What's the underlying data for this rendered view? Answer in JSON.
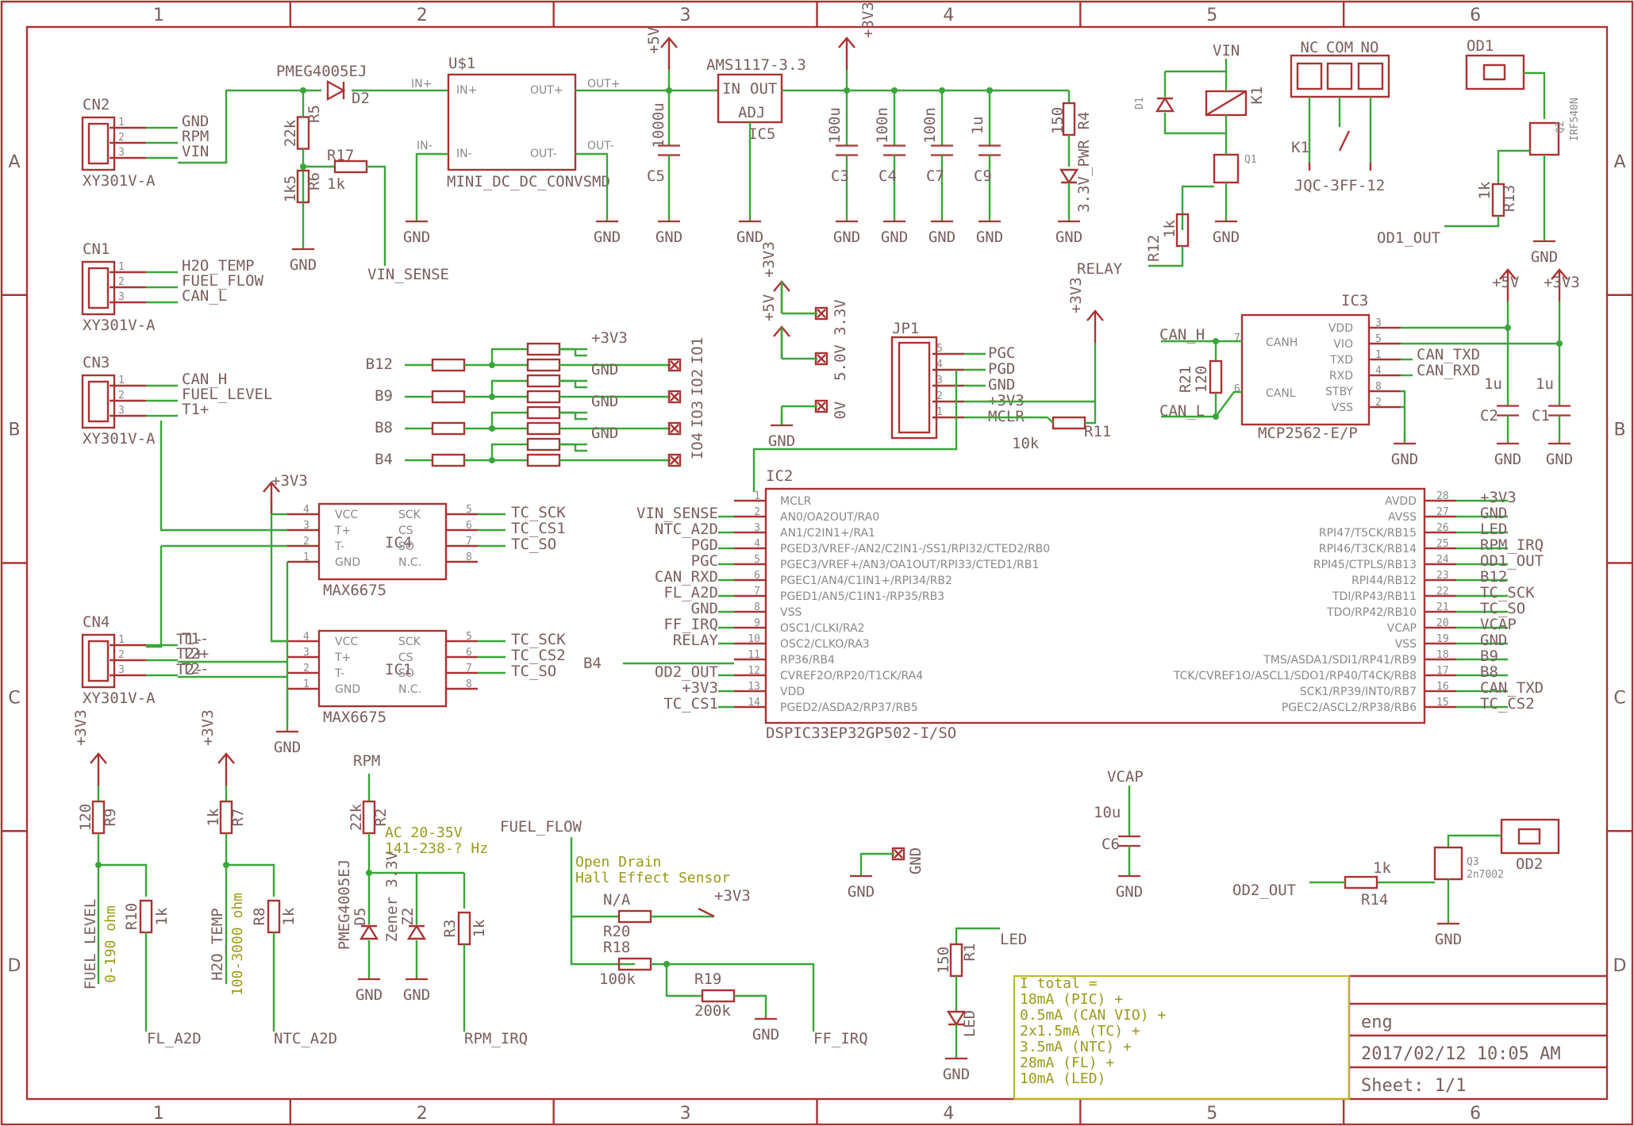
{
  "frame": {
    "columns": [
      "1",
      "2",
      "3",
      "4",
      "5",
      "6"
    ],
    "rows": [
      "A",
      "B",
      "C",
      "D"
    ]
  },
  "title_block": {
    "title": "eng",
    "date": "2017/02/12 10:05 AM",
    "sheet": "Sheet: 1/1"
  },
  "notes": {
    "current": [
      "I total =",
      "18mA (PIC) +",
      "0.5mA (CAN VIO) +",
      "2x1.5mA (TC) +",
      "3.5mA (NTC) +",
      "28mA (FL) +",
      "10mA (LED)"
    ],
    "ac": [
      "AC 20-35V",
      "141-238-? Hz"
    ],
    "hall": [
      "Open Drain",
      "Hall Effect Sensor"
    ],
    "fuel_level": [
      "FUEL_LEVEL",
      "0-190 ohm"
    ],
    "h2o_temp": [
      "H2O_TEMP",
      "100-3000 ohm"
    ]
  },
  "connectors": {
    "cn2": {
      "name": "CN2",
      "type": "XY301V-A",
      "pins": [
        "GND",
        "RPM",
        "VIN"
      ]
    },
    "cn1": {
      "name": "CN1",
      "type": "XY301V-A",
      "pins": [
        "H2O_TEMP",
        "FUEL_FLOW",
        "CAN_L"
      ]
    },
    "cn3": {
      "name": "CN3",
      "type": "XY301V-A",
      "pins": [
        "CAN_H",
        "FUEL_LEVEL",
        "T1+"
      ]
    },
    "cn4": {
      "name": "CN4",
      "type": "XY301V-A",
      "pins": [
        "T1-",
        "T2+",
        "T2-"
      ]
    },
    "jp1": {
      "name": "JP1",
      "pins": [
        "PGC",
        "PGD",
        "GND",
        "+3V3",
        "MCLR"
      ]
    },
    "relay": {
      "labels": [
        "NC",
        "COM",
        "NO"
      ],
      "k": "K1",
      "type": "JQC-3FF-12"
    },
    "od1": "OD1",
    "od2": "OD2"
  },
  "power": {
    "diode": {
      "part": "PMEG4005EJ",
      "ref": "D2"
    },
    "module": {
      "ref": "U$1",
      "name": "MINI_DC_DC_CONVSMD",
      "pins": [
        "IN+",
        "OUT+",
        "IN-",
        "OUT-"
      ]
    },
    "reg": {
      "part": "AMS1117-3.3",
      "ref": "IC5",
      "pins": [
        "IN",
        "OUT",
        "ADJ"
      ]
    },
    "caps": [
      {
        "ref": "C5",
        "value": "1000u"
      },
      {
        "ref": "C3",
        "value": "100u"
      },
      {
        "ref": "C4",
        "value": "100n"
      },
      {
        "ref": "C7",
        "value": "100n"
      },
      {
        "ref": "C9",
        "value": "1u"
      }
    ],
    "pwr_led": {
      "ref": "R4",
      "value": "150",
      "net": "3.3V_PWR"
    },
    "divider": [
      {
        "ref": "R5",
        "value": "22k"
      },
      {
        "ref": "R6",
        "value": "1k5"
      },
      {
        "ref": "R17",
        "value": "1k"
      }
    ]
  },
  "nets": {
    "gnd": "GND",
    "p5": "+5V",
    "p3": "+3V3",
    "vin": "VIN",
    "vin_sense": "VIN_SENSE",
    "relay": "RELAY",
    "od1_out": "OD1_OUT",
    "od2_out": "OD2_OUT",
    "can_h": "CAN_H",
    "can_l": "CAN_L",
    "can_txd": "CAN_TXD",
    "can_rxd": "CAN_RXD",
    "rpm": "RPM",
    "fuel_flow": "FUEL_FLOW",
    "vcap": "VCAP",
    "led": "LED",
    "b4": "B4",
    "b8": "B8",
    "b9": "B9",
    "b12": "B12",
    "fl_a2d": "FL_A2D",
    "ntc_a2d": "NTC_A2D",
    "rpm_irq": "RPM_IRQ",
    "ff_irq": "FF_IRQ",
    "mclr": "MCLR",
    "t1p": "T1+",
    "t1m": "T1-",
    "t2p": "T2+",
    "t2m": "T2-"
  },
  "io_header": {
    "inputs": [
      "B12",
      "B9",
      "B8",
      "B4"
    ],
    "pads": [
      "IO1",
      "IO2",
      "IO3",
      "IO4"
    ],
    "rails": [
      "+3V3",
      "GND",
      "GND",
      "GND"
    ],
    "pwr_pads": [
      "3.3V",
      "5.0V",
      "0V"
    ],
    "pwr_nets": [
      "+3V3",
      "+5V",
      "GND"
    ]
  },
  "max6675": [
    {
      "ref": "IC4",
      "part": "MAX6675",
      "right": [
        "TC_SCK",
        "TC_CS1",
        "TC_SO"
      ]
    },
    {
      "ref": "IC1",
      "part": "MAX6675",
      "right": [
        "TC_SCK",
        "TC_CS2",
        "TC_SO"
      ]
    }
  ],
  "max_pins": {
    "left": [
      "VCC",
      "T+",
      "T-",
      "GND"
    ],
    "right": [
      "SCK",
      "CS",
      "SO",
      "N.C."
    ],
    "lnum": [
      "4",
      "3",
      "2",
      "1"
    ],
    "rnum": [
      "5",
      "6",
      "7",
      "8"
    ]
  },
  "mcp": {
    "ref": "IC3",
    "part": "MCP2562-E/P",
    "left": [
      "CANH",
      "CANL"
    ],
    "lnum": [
      "7",
      "6"
    ],
    "right": [
      "VDD",
      "VIO",
      "TXD",
      "RXD",
      "STBY",
      "VSS"
    ],
    "rnum": [
      "3",
      "5",
      "1",
      "4",
      "8",
      "2"
    ],
    "r21": {
      "ref": "R21",
      "value": "120"
    },
    "caps": [
      {
        "ref": "C2",
        "value": "1u"
      },
      {
        "ref": "C1",
        "value": "1u"
      }
    ]
  },
  "mcu": {
    "ref": "IC2",
    "part": "DSPIC33EP32GP502-I/SO",
    "left_pins": [
      "MCLR",
      "AN0/OA2OUT/RA0",
      "AN1/C2IN1+/RA1",
      "PGED3/VREF-/AN2/C2IN1-/SS1/RPI32/CTED2/RB0",
      "PGEC3/VREF+/AN3/OA1OUT/RPI33/CTED1/RB1",
      "PGEC1/AN4/C1IN1+/RPI34/RB2",
      "PGED1/AN5/C1IN1-/RP35/RB3",
      "VSS",
      "OSC1/CLKI/RA2",
      "OSC2/CLKO/RA3",
      "RP36/RB4",
      "CVREF2O/RP20/T1CK/RA4",
      "VDD",
      "PGED2/ASDA2/RP37/RB5"
    ],
    "left_nets": [
      "",
      "VIN_SENSE",
      "NTC_A2D",
      "PGD",
      "PGC",
      "CAN_RXD",
      "FL_A2D",
      "GND",
      "FF_IRQ",
      "RELAY",
      "",
      "OD2_OUT",
      "+3V3",
      "TC_CS1"
    ],
    "right_pins": [
      "AVDD",
      "AVSS",
      "RPI47/T5CK/RB15",
      "RPI46/T3CK/RB14",
      "RPI45/CTPLS/RB13",
      "RPI44/RB12",
      "TDI/RP43/RB11",
      "TDO/RP42/RB10",
      "VCAP",
      "VSS",
      "TMS/ASDA1/SDI1/RP41/RB9",
      "TCK/CVREF1O/ASCL1/SDO1/RP40/T4CK/RB8",
      "SCK1/RP39/INT0/RB7",
      "PGEC2/ASCL2/RP38/RB6"
    ],
    "right_nets": [
      "+3V3",
      "GND",
      "LED",
      "RPM_IRQ",
      "OD1_OUT",
      "B12",
      "TC_SCK",
      "TC_SO",
      "VCAP",
      "GND",
      "B9",
      "B8",
      "CAN_TXD",
      "TC_CS2"
    ]
  },
  "analog": {
    "r9": {
      "ref": "R9",
      "value": "120"
    },
    "r10": {
      "ref": "R10",
      "value": "1k"
    },
    "r7": {
      "ref": "R7",
      "value": "1k"
    },
    "r8": {
      "ref": "R8",
      "value": "1k"
    },
    "r2": {
      "ref": "R2",
      "value": "22k"
    },
    "r3": {
      "ref": "R3",
      "value": "1k"
    },
    "d5": {
      "ref": "D5",
      "part": "PMEG4005EJ"
    },
    "z2": {
      "ref": "Z2",
      "part": "Zener 3.3V"
    },
    "r20": {
      "ref": "R20",
      "value": "N/A"
    },
    "r18": {
      "ref": "R18",
      "value": "100k"
    },
    "r19": {
      "ref": "R19",
      "value": "200k"
    },
    "c6": {
      "ref": "C6",
      "value": "10u"
    },
    "r1": {
      "ref": "R1",
      "value": "150",
      "led": "LED"
    },
    "r14": {
      "ref": "R14",
      "value": "1k"
    },
    "q3": {
      "ref": "Q3",
      "part": "2n7002"
    },
    "r13": {
      "ref": "R13",
      "value": "1k"
    },
    "q2": {
      "ref": "Q2",
      "part": "IRF540N"
    },
    "r12": {
      "ref": "R12",
      "value": "1k"
    },
    "q1": {
      "ref": "Q1"
    },
    "d1": "D1"
  }
}
